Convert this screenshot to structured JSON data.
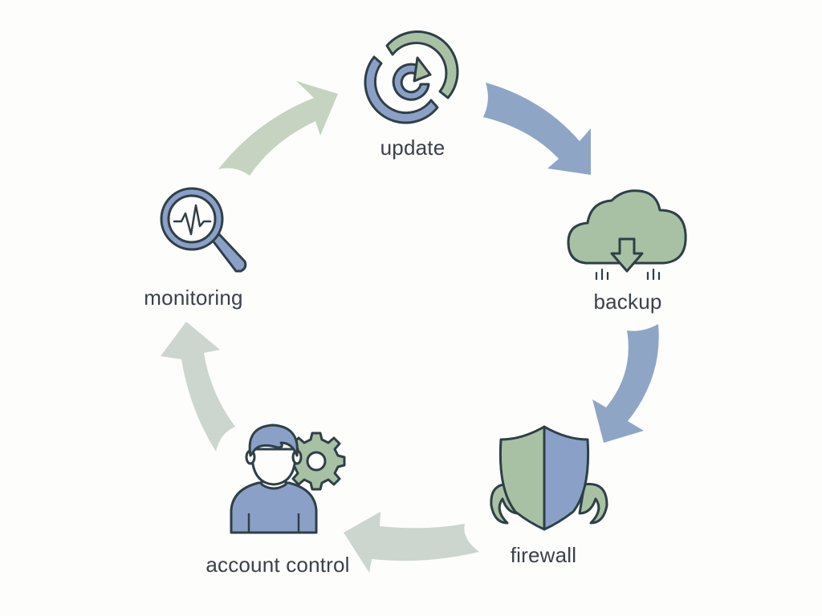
{
  "diagram": {
    "type": "cycle",
    "colors": {
      "outline": "#2f3f47",
      "blue": "#8ba0c6",
      "green": "#a8c1a4",
      "arrow_blue": "#8fa5c5",
      "arrow_green": "#c5d3c0",
      "arrow_gray": "#cdd5cf",
      "text": "#3a4148"
    },
    "nodes": [
      {
        "id": "update",
        "label": "update",
        "icon": "refresh-icon"
      },
      {
        "id": "backup",
        "label": "backup",
        "icon": "cloud-download-icon"
      },
      {
        "id": "firewall",
        "label": "firewall",
        "icon": "shield-flame-icon"
      },
      {
        "id": "account-control",
        "label": "account control",
        "icon": "user-gear-icon"
      },
      {
        "id": "monitoring",
        "label": "monitoring",
        "icon": "magnifier-pulse-icon"
      }
    ],
    "edges": [
      {
        "from": "update",
        "to": "backup"
      },
      {
        "from": "backup",
        "to": "firewall"
      },
      {
        "from": "firewall",
        "to": "account-control"
      },
      {
        "from": "account-control",
        "to": "monitoring"
      },
      {
        "from": "monitoring",
        "to": "update"
      }
    ]
  }
}
